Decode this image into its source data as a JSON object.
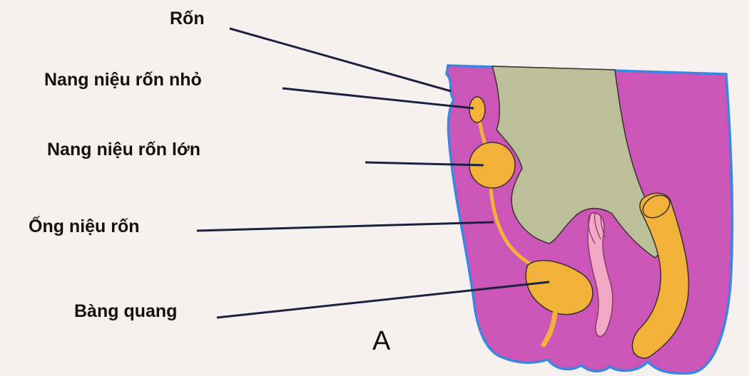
{
  "labels": {
    "ron": "Rốn",
    "nang_nieu_ron_nho": "Nang niệu rốn nhỏ",
    "nang_nieu_ron_lon": "Nang niệu rốn lớn",
    "ong_nieu_ron": "Ống niệu rốn",
    "bang_quang": "Bàng quang"
  },
  "figure_letter": "A",
  "colors": {
    "background": "#f6f1ee",
    "body_wall": "#cc55b8",
    "outline": "#3a86e0",
    "intestine": "#bbbf9a",
    "urachal_structures": "#f2b23a",
    "leader_line": "#1a2240"
  }
}
